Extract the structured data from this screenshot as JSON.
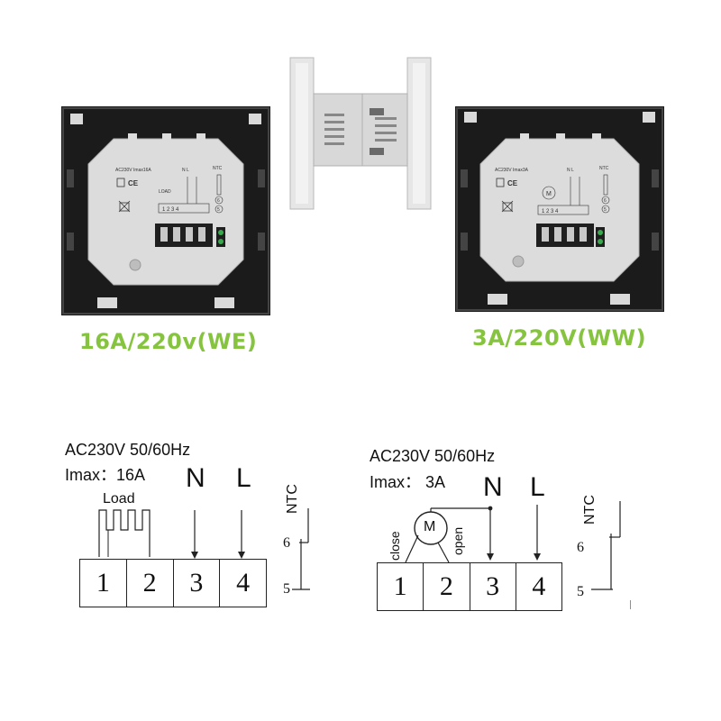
{
  "photos": {
    "left": {
      "variant_label": "16A/220v(WE)",
      "printed_text": [
        "AC230V",
        "Imax16A",
        "LOAD",
        "N",
        "L",
        "NTC",
        "1",
        "2",
        "3",
        "4",
        "5",
        "6"
      ]
    },
    "right": {
      "variant_label": "3A/220V(WW)",
      "printed_text": [
        "AC230V",
        "Imax3A",
        "N",
        "L",
        "NTC",
        "1",
        "2",
        "3",
        "4",
        "5",
        "6"
      ]
    }
  },
  "diagrams": {
    "left": {
      "supply": "AC230V 50/60Hz",
      "imax": "Imax：16A",
      "load_label": "Load",
      "n_label": "N",
      "l_label": "L",
      "ntc_label": "NTC",
      "terminals": [
        "1",
        "2",
        "3",
        "4"
      ],
      "ntc_pins": [
        "6",
        "5"
      ]
    },
    "right": {
      "supply": "AC230V 50/60Hz",
      "imax": "Imax： 3A",
      "motor_label": "M",
      "close_label": "close",
      "open_label": "open",
      "n_label": "N",
      "l_label": "L",
      "ntc_label": "NTC",
      "terminals": [
        "1",
        "2",
        "3",
        "4"
      ],
      "ntc_pins": [
        "6",
        "5"
      ]
    }
  },
  "colors": {
    "accent_green": "#86c440",
    "device_black": "#1b1b1b",
    "panel_grey": "#d9d9d9"
  }
}
